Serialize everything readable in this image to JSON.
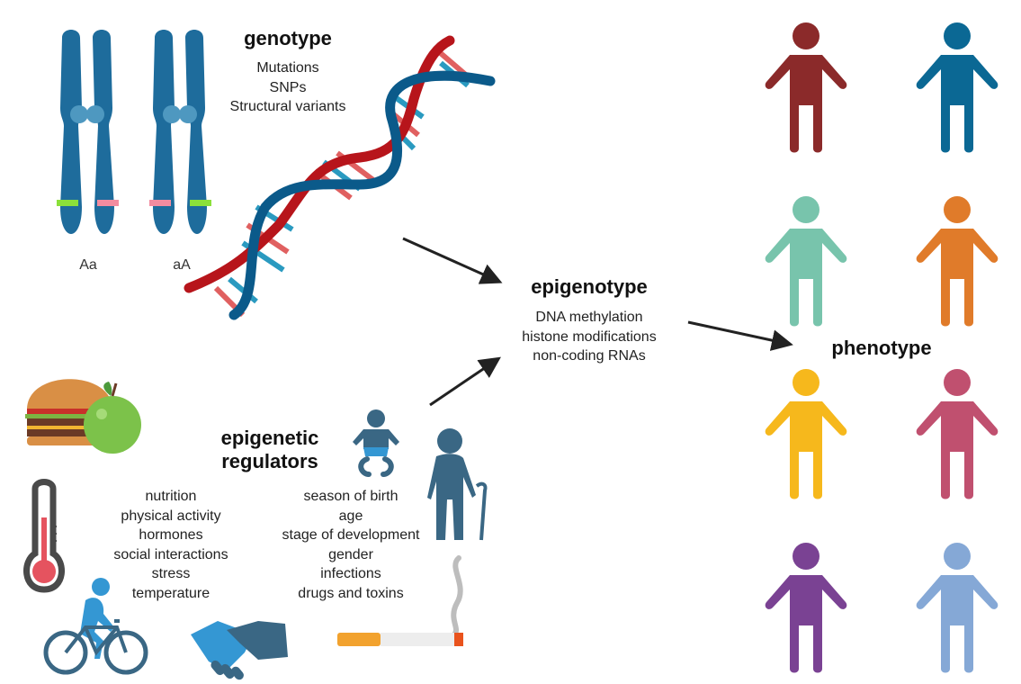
{
  "genotype": {
    "title": "genotype",
    "items": [
      "Mutations",
      "SNPs",
      "Structural variants"
    ],
    "chromosome_labels": [
      "Aa",
      "aA"
    ]
  },
  "epigenotype": {
    "title": "epigenotype",
    "items": [
      "DNA methylation",
      "histone modifications",
      "non-coding RNAs"
    ]
  },
  "phenotype": {
    "title": "phenotype",
    "people_colors": [
      "#8B2A2A",
      "#0B6894",
      "#78C4AC",
      "#E07B2A",
      "#F6B81C",
      "#C0506F",
      "#7A4293",
      "#85A8D6"
    ]
  },
  "regulators": {
    "title_line1": "epigenetic",
    "title_line2": "regulators",
    "environmental": [
      "nutrition",
      "physical activity",
      "hormones",
      "social interactions",
      "stress",
      "temperature"
    ],
    "intrinsic": [
      "season of birth",
      "age",
      "stage of development",
      "gender",
      "infections",
      "drugs and toxins"
    ]
  },
  "colors": {
    "chromosome": "#1E6C9C",
    "dna_red": "#B7151B",
    "dna_blue": "#0B5A8A",
    "allele_green": "#8BE03A",
    "allele_pink": "#F28CA0",
    "arrow": "#222222",
    "icon_dark": "#3A6784",
    "icon_light": "#3497D3"
  }
}
